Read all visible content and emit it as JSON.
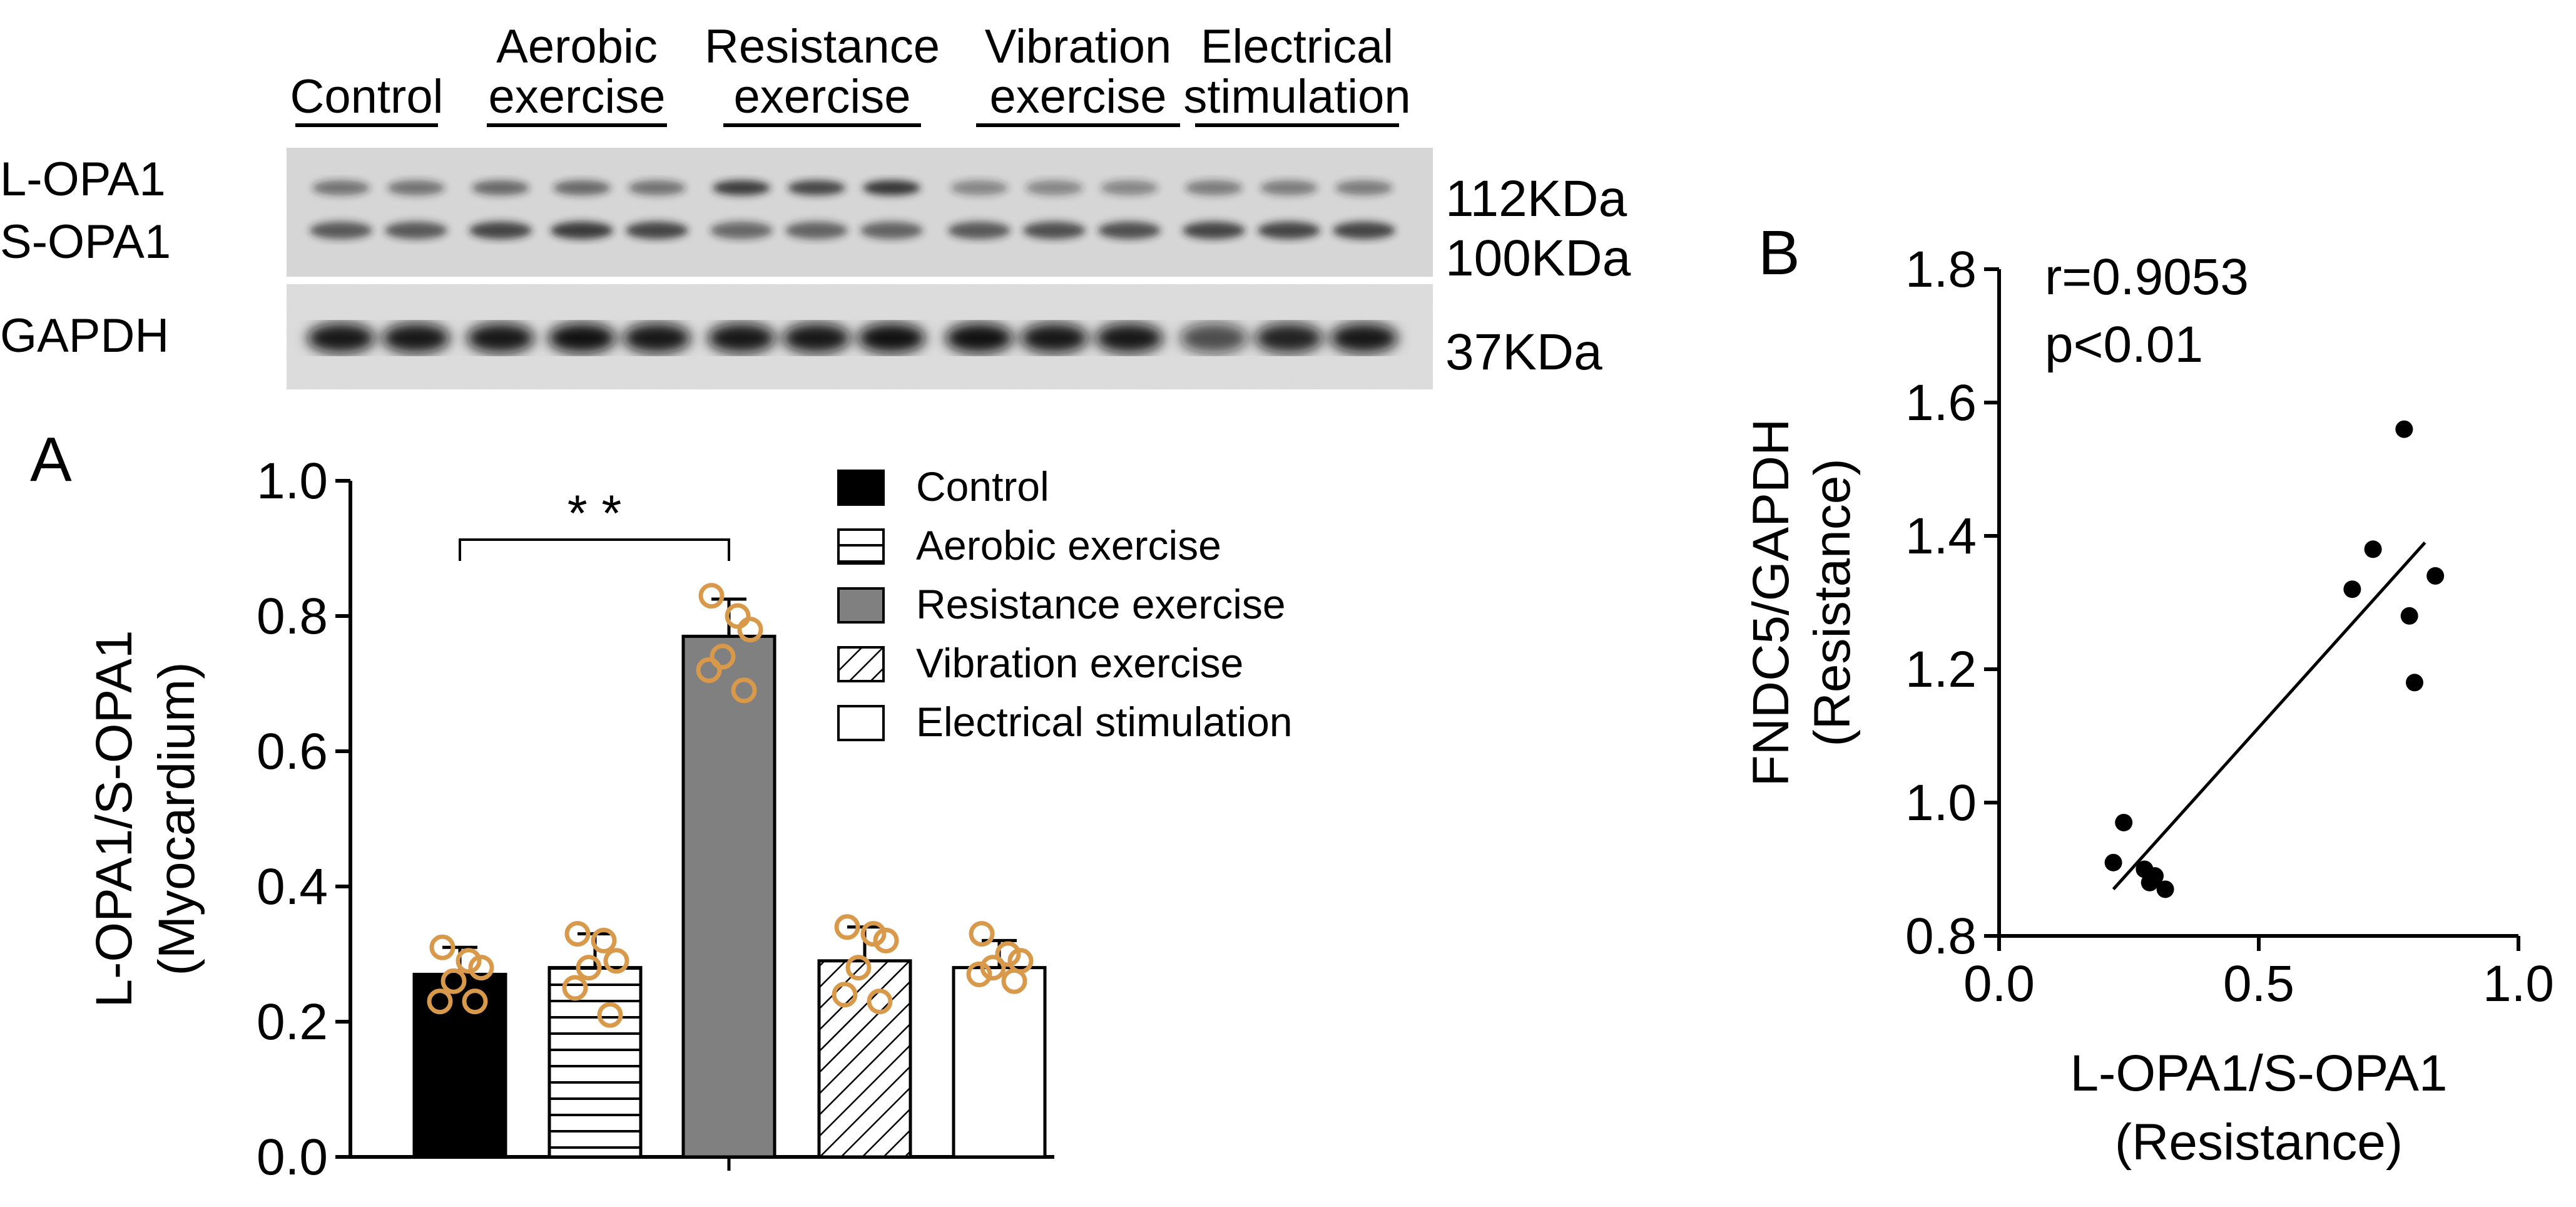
{
  "panel_labels": {
    "a": "A",
    "b": "B"
  },
  "blot": {
    "lanes": [
      {
        "line1": "",
        "line2": "Control"
      },
      {
        "line1": "Aerobic",
        "line2": "exercise"
      },
      {
        "line1": "Resistance",
        "line2": "exercise"
      },
      {
        "line1": "Vibration",
        "line2": "exercise"
      },
      {
        "line1": "Electrical",
        "line2": "stimulation"
      }
    ],
    "bands": {
      "l_opa1": "L-OPA1",
      "s_opa1": "S-OPA1",
      "gapdh": "GAPDH"
    },
    "mw": {
      "kda112": "112KDa",
      "kda100": "100KDa",
      "kda37": "37KDa"
    }
  },
  "chart_data": [
    {
      "type": "bar",
      "categories": [
        "Control",
        "Aerobic exercise",
        "Resistance exercise",
        "Vibration exercise",
        "Electrical stimulation"
      ],
      "values": [
        0.27,
        0.28,
        0.77,
        0.29,
        0.28
      ],
      "errors": [
        0.04,
        0.05,
        0.055,
        0.05,
        0.04
      ],
      "points": [
        [
          0.31,
          0.29,
          0.28,
          0.26,
          0.23,
          0.23
        ],
        [
          0.33,
          0.32,
          0.29,
          0.28,
          0.25,
          0.21
        ],
        [
          0.83,
          0.8,
          0.78,
          0.74,
          0.72,
          0.69
        ],
        [
          0.34,
          0.33,
          0.32,
          0.28,
          0.24,
          0.23
        ],
        [
          0.33,
          0.3,
          0.29,
          0.28,
          0.27,
          0.26
        ]
      ],
      "fills": [
        "#000000",
        "horizontal-lines",
        "#808080",
        "diagonal-hatch",
        "#ffffff"
      ],
      "point_color": "#d9994a",
      "ylabel_line1": "L-OPA1/S-OPA1",
      "ylabel_line2": "(Myocardium)",
      "ylim": [
        0.0,
        1.0
      ],
      "yticks": [
        "0.0",
        "0.2",
        "0.4",
        "0.6",
        "0.8",
        "1.0"
      ],
      "significance": {
        "from": "Control",
        "to": "Resistance exercise",
        "label": "* *"
      },
      "legend_placement": "top-right",
      "legend": [
        "Control",
        "Aerobic exercise",
        "Resistance exercise",
        "Vibration exercise",
        "Electrical stimulation"
      ]
    },
    {
      "type": "scatter",
      "x": [
        0.22,
        0.24,
        0.28,
        0.29,
        0.3,
        0.32,
        0.68,
        0.72,
        0.78,
        0.79,
        0.8,
        0.84
      ],
      "y": [
        0.91,
        0.97,
        0.9,
        0.88,
        0.89,
        0.87,
        1.32,
        1.38,
        1.56,
        1.28,
        1.18,
        1.34
      ],
      "fit_line": {
        "x": [
          0.22,
          0.82
        ],
        "y": [
          0.87,
          1.39
        ]
      },
      "xlabel_line1": "L-OPA1/S-OPA1",
      "xlabel_line2": "(Resistance)",
      "ylabel_line1": "FNDC5/GAPDH",
      "ylabel_line2": "(Resistance)",
      "xlim": [
        0.0,
        1.0
      ],
      "ylim": [
        0.8,
        1.8
      ],
      "xticks": [
        "0.0",
        "0.5",
        "1.0"
      ],
      "yticks": [
        "0.8",
        "1.0",
        "1.2",
        "1.4",
        "1.6",
        "1.8"
      ],
      "annotations": {
        "r": "r=0.9053",
        "p": "p<0.01"
      }
    }
  ]
}
